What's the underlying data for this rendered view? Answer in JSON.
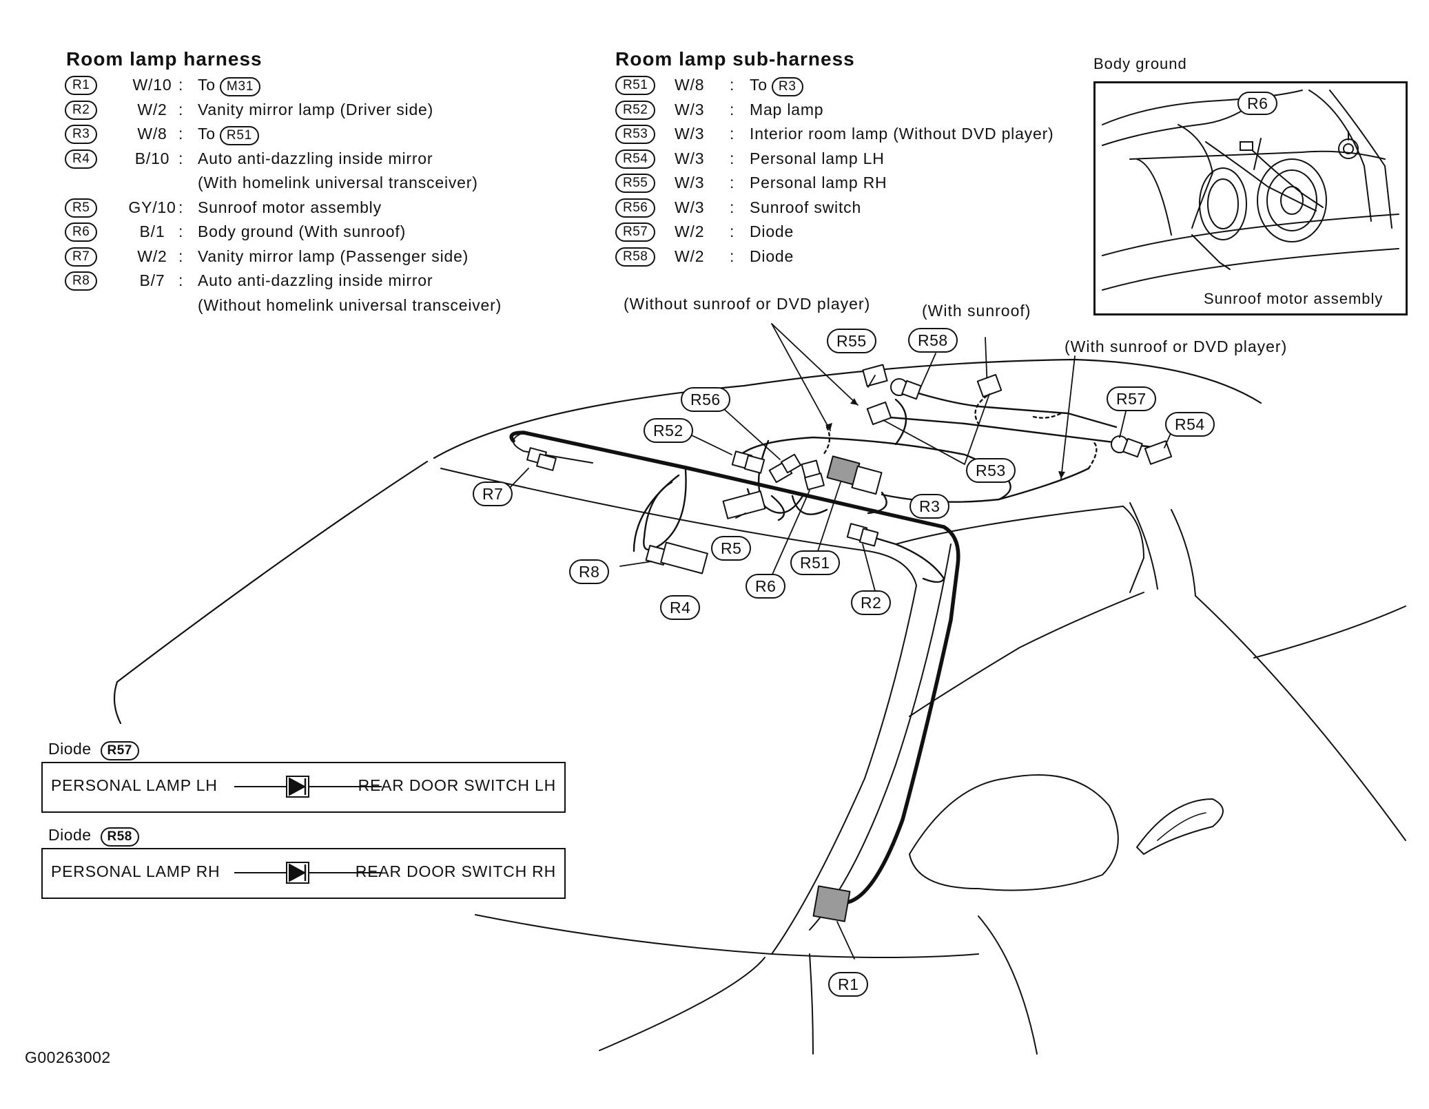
{
  "harness": {
    "title": "Room lamp harness",
    "rows": [
      {
        "id": "R1",
        "wire": "W/10",
        "colon": ":",
        "desc": "To",
        "ref": "M31"
      },
      {
        "id": "R2",
        "wire": "W/2",
        "colon": ":",
        "desc": "Vanity mirror lamp (Driver side)",
        "ref": ""
      },
      {
        "id": "R3",
        "wire": "W/8",
        "colon": ":",
        "desc": "To",
        "ref": "R51"
      },
      {
        "id": "R4",
        "wire": "B/10",
        "colon": ":",
        "desc": "Auto anti-dazzling inside mirror",
        "ref": ""
      },
      {
        "id": "",
        "wire": "",
        "colon": "",
        "desc": "(With homelink universal transceiver)",
        "ref": ""
      },
      {
        "id": "R5",
        "wire": "GY/10",
        "colon": ":",
        "desc": "Sunroof motor assembly",
        "ref": ""
      },
      {
        "id": "R6",
        "wire": "B/1",
        "colon": ":",
        "desc": "Body ground (With sunroof)",
        "ref": ""
      },
      {
        "id": "R7",
        "wire": "W/2",
        "colon": ":",
        "desc": "Vanity mirror lamp (Passenger side)",
        "ref": ""
      },
      {
        "id": "R8",
        "wire": "B/7",
        "colon": ":",
        "desc": "Auto anti-dazzling inside mirror",
        "ref": ""
      },
      {
        "id": "",
        "wire": "",
        "colon": "",
        "desc": "(Without homelink universal transceiver)",
        "ref": ""
      }
    ]
  },
  "subharness": {
    "title": "Room lamp sub-harness",
    "rows": [
      {
        "id": "R51",
        "wire": "W/8",
        "colon": ":",
        "desc": "To",
        "ref": "R3"
      },
      {
        "id": "R52",
        "wire": "W/3",
        "colon": ":",
        "desc": "Map lamp",
        "ref": ""
      },
      {
        "id": "R53",
        "wire": "W/3",
        "colon": ":",
        "desc": "Interior room lamp (Without DVD player)",
        "ref": ""
      },
      {
        "id": "R54",
        "wire": "W/3",
        "colon": ":",
        "desc": "Personal lamp LH",
        "ref": ""
      },
      {
        "id": "R55",
        "wire": "W/3",
        "colon": ":",
        "desc": "Personal lamp RH",
        "ref": ""
      },
      {
        "id": "R56",
        "wire": "W/3",
        "colon": ":",
        "desc": "Sunroof switch",
        "ref": ""
      },
      {
        "id": "R57",
        "wire": "W/2",
        "colon": ":",
        "desc": "Diode",
        "ref": ""
      },
      {
        "id": "R58",
        "wire": "W/2",
        "colon": ":",
        "desc": "Diode",
        "ref": ""
      }
    ]
  },
  "inset": {
    "title": "Body ground",
    "connector": "R6",
    "caption": "Sunroof motor assembly"
  },
  "notes": {
    "without_sunroof_or_dvd": "(Without sunroof or DVD player)",
    "with_sunroof": "(With sunroof)",
    "with_sunroof_or_dvd": "(With sunroof or DVD player)"
  },
  "callouts": {
    "R1": "R1",
    "R2": "R2",
    "R3": "R3",
    "R4": "R4",
    "R5": "R5",
    "R6": "R6",
    "R7": "R7",
    "R8": "R8",
    "R51": "R51",
    "R52": "R52",
    "R53": "R53",
    "R54": "R54",
    "R55": "R55",
    "R56": "R56",
    "R57": "R57",
    "R58": "R58"
  },
  "diodes": [
    {
      "label": "Diode",
      "ref": "R57",
      "left_text": "PERSONAL LAMP LH",
      "right_text": "REAR DOOR SWITCH LH"
    },
    {
      "label": "Diode",
      "ref": "R58",
      "left_text": "PERSONAL LAMP RH",
      "right_text": "REAR DOOR SWITCH RH"
    }
  ],
  "figure_code": "G00263002"
}
